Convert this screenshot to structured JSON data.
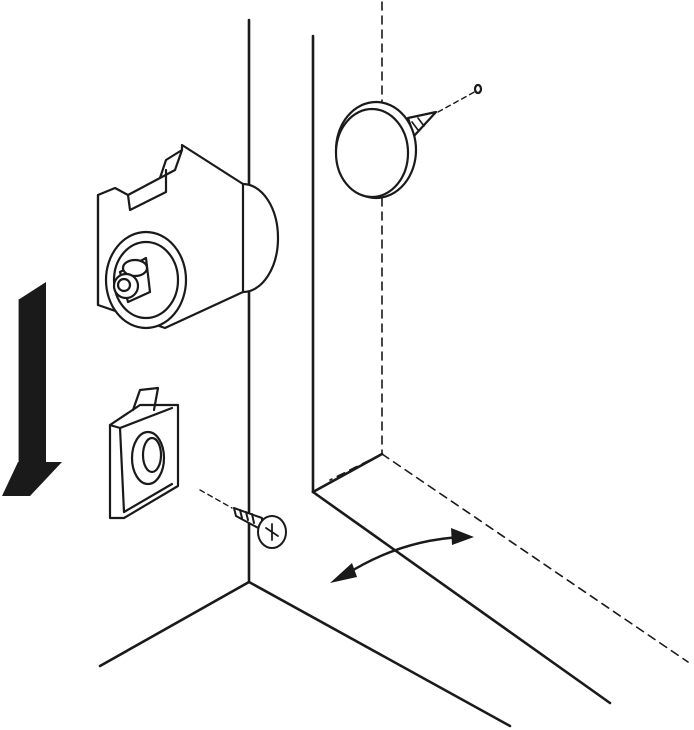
{
  "diagram": {
    "kind": "assembly-illustration",
    "parts": [
      {
        "id": "magnetic-catch",
        "icon": "cylinder-catch"
      },
      {
        "id": "mounting-clip",
        "icon": "spring-clip"
      },
      {
        "id": "countersunk-screw",
        "icon": "phillips-screw"
      },
      {
        "id": "strike-plate",
        "icon": "round-disc-with-nail"
      },
      {
        "id": "cabinet-side-panel",
        "icon": "panel-edge"
      },
      {
        "id": "cabinet-door",
        "icon": "door-panel"
      }
    ],
    "arrows": [
      {
        "id": "insert-direction",
        "direction": "down"
      },
      {
        "id": "door-swing",
        "direction": "bidirectional-arc"
      }
    ],
    "colors": {
      "line": "#1a1a1a",
      "fill": "#ffffff",
      "arrow": "#1a1a1a"
    }
  }
}
